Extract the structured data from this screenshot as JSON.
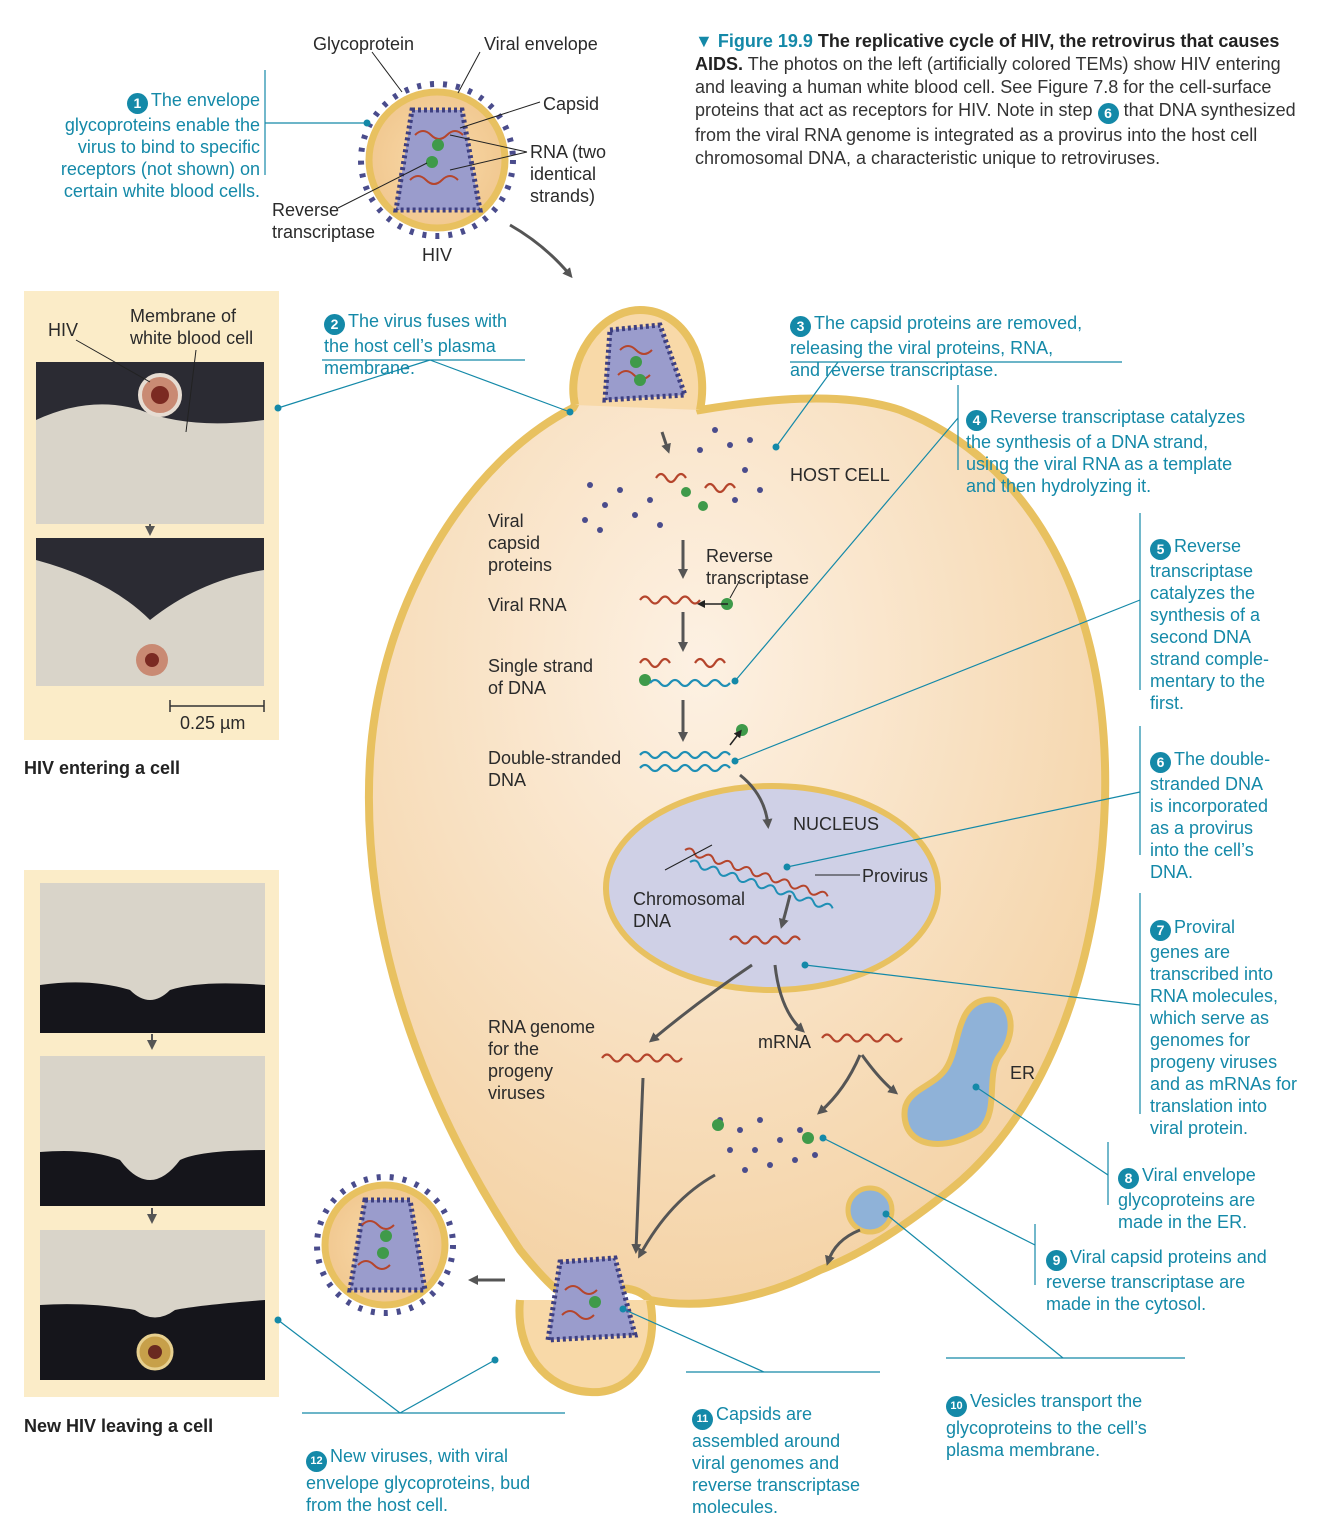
{
  "caption": {
    "figure_label": "Figure 19.9",
    "title": "The replicative cycle of HIV, the retrovirus that causes AIDS.",
    "body_part1": "The photos on the left (artificially colored TEMs) show HIV entering and leaving a human white blood cell. See Figure 7.8 for the cell-surface proteins that act as receptors for HIV. Note in step",
    "body_step_num": "6",
    "body_part2": "that DNA synthesized from the viral RNA genome is integrated as a provirus into the host cell chromosomal DNA, a characteristic unique to retroviruses."
  },
  "labels": {
    "glycoprotein": "Glycoprotein",
    "viral_envelope": "Viral envelope",
    "capsid": "Capsid",
    "rna": "RNA (two\nidentical\nstrands)",
    "reverse_transcriptase_top": "Reverse\ntranscriptase",
    "hiv_top": "HIV",
    "host_cell": "HOST CELL",
    "viral_capsid_proteins": "Viral\ncapsid\nproteins",
    "reverse_transcriptase_mid": "Reverse\ntranscriptase",
    "viral_rna": "Viral RNA",
    "single_strand": "Single strand\nof DNA",
    "double_stranded": "Double-stranded\nDNA",
    "nucleus": "NUCLEUS",
    "provirus": "Provirus",
    "chromosomal_dna": "Chromosomal\nDNA",
    "rna_genome": "RNA genome\nfor the\nprogeny\nviruses",
    "mrna": "mRNA",
    "er": "ER",
    "photo_hiv": "HIV",
    "photo_membrane": "Membrane of\nwhite blood cell",
    "scale_bar": "0.25 µm",
    "hiv_entering": "HIV entering a cell",
    "hiv_leaving": "New HIV leaving a cell"
  },
  "steps": [
    {
      "num": "1",
      "text": "The envelope\nglycoproteins enable the\nvirus to bind to specific\nreceptors (not shown) on\ncertain white blood cells."
    },
    {
      "num": "2",
      "text": "The virus fuses with\nthe host cell’s plasma\nmembrane."
    },
    {
      "num": "3",
      "text": "The capsid proteins are removed,\nreleasing the viral proteins, RNA,\nand reverse transcriptase."
    },
    {
      "num": "4",
      "text": "Reverse transcriptase catalyzes\nthe synthesis of a DNA strand,\nusing the viral RNA as a template\nand then hydrolyzing it."
    },
    {
      "num": "5",
      "text": "Reverse\ntranscriptase\ncatalyzes the\nsynthesis of a\nsecond DNA\nstrand comple-\nmentary to the\nfirst."
    },
    {
      "num": "6",
      "text": "The double-\nstranded DNA\nis incorporated\nas a provirus\ninto the cell’s\nDNA."
    },
    {
      "num": "7",
      "text": "Proviral\ngenes are\ntranscribed into\nRNA molecules,\nwhich serve as\ngenomes for\nprogeny viruses\nand as mRNAs for\ntranslation into\nviral protein."
    },
    {
      "num": "8",
      "text": "Viral envelope\nglycoproteins are\nmade in the ER."
    },
    {
      "num": "9",
      "text": "Viral capsid proteins and\nreverse transcriptase are\nmade in the cytosol."
    },
    {
      "num": "10",
      "text": "Vesicles transport the\nglycoproteins to the cell’s\nplasma membrane."
    },
    {
      "num": "11",
      "text": "Capsids are\nassembled around\nviral genomes and\nreverse transcriptase\nmolecules."
    },
    {
      "num": "12",
      "text": "New viruses, with viral\nenvelope glycoproteins, bud\nfrom the host cell."
    }
  ],
  "colors": {
    "step_text": "#1489a8",
    "cell_fill": "#f7dfc0",
    "membrane": "#e8c160",
    "nucleus_fill": "#cfd0e6",
    "capsid_fill": "#9a9ccc",
    "glyco": "#4a4c8c",
    "rna": "#b5452c",
    "dna": "#1f8fb5",
    "enzyme": "#3f9a4a",
    "photo_frame": "#fbecc8",
    "er_fill": "#8fb2d8"
  }
}
